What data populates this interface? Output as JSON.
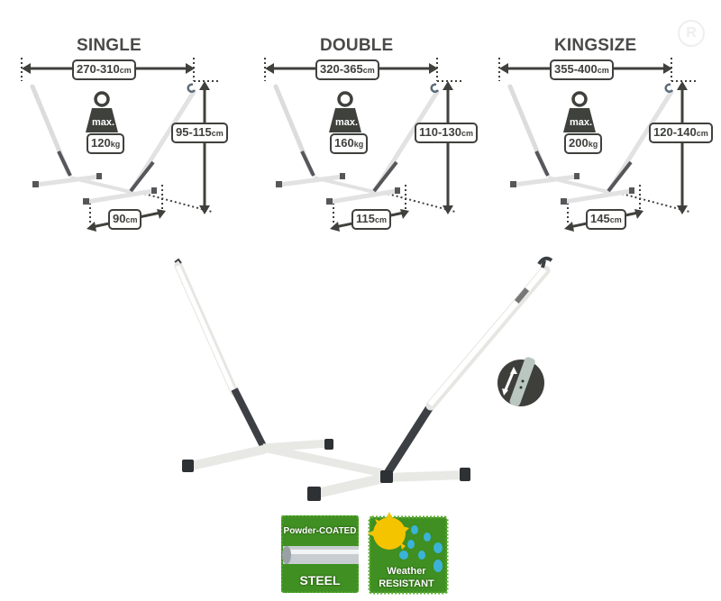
{
  "variants": [
    {
      "name": "SINGLE",
      "length": "270-310",
      "length_unit": "cm",
      "height": "95-115",
      "height_unit": "cm",
      "width": "90",
      "width_unit": "cm",
      "max_label": "max.",
      "max_load": "120",
      "max_load_unit": "kg"
    },
    {
      "name": "DOUBLE",
      "length": "320-365",
      "length_unit": "cm",
      "height": "110-130",
      "height_unit": "cm",
      "width": "115",
      "width_unit": "cm",
      "max_label": "max.",
      "max_load": "160",
      "max_load_unit": "kg"
    },
    {
      "name": "KINGSIZE",
      "length": "355-400",
      "length_unit": "cm",
      "height": "120-140",
      "height_unit": "cm",
      "width": "145",
      "width_unit": "cm",
      "max_label": "max.",
      "max_load": "200",
      "max_load_unit": "kg"
    }
  ],
  "badges": {
    "steel": {
      "top": "Powder-COATED",
      "bottom": "STEEL"
    },
    "weather": {
      "top": "Weather",
      "bottom": "RESISTANT"
    }
  },
  "icons": {
    "weight": "weight-icon",
    "adjust": "height-adjust-icon",
    "watermark": "logo-watermark-icon"
  },
  "watermark": "R",
  "colors": {
    "dark": "#3f413d",
    "frame": "#f2f2f0",
    "frame_dark": "#3c3f44",
    "grass": "#3f8f22",
    "sun": "#f5c400",
    "rain": "#3bb3d9"
  }
}
